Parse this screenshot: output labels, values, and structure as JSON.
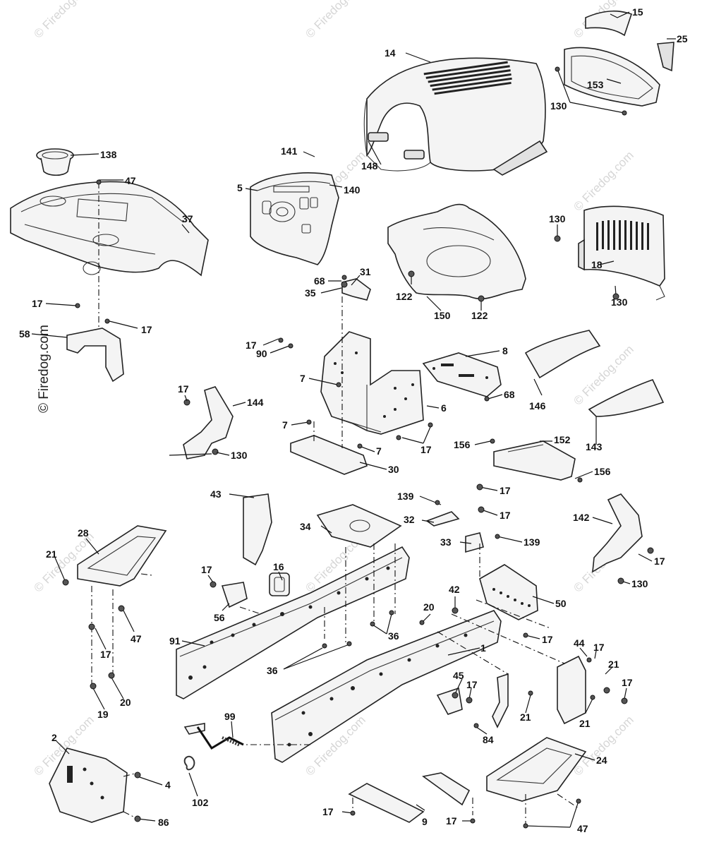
{
  "watermark": "© Firedog.com",
  "callouts": [
    {
      "id": "c15",
      "text": "15"
    },
    {
      "id": "c25",
      "text": "25"
    },
    {
      "id": "c14",
      "text": "14"
    },
    {
      "id": "c153",
      "text": "153"
    },
    {
      "id": "c130a",
      "text": "130"
    },
    {
      "id": "c138",
      "text": "138"
    },
    {
      "id": "c141",
      "text": "141"
    },
    {
      "id": "c47a",
      "text": "47"
    },
    {
      "id": "c148",
      "text": "148"
    },
    {
      "id": "c5",
      "text": "5"
    },
    {
      "id": "c140",
      "text": "140"
    },
    {
      "id": "c37",
      "text": "37"
    },
    {
      "id": "c130b",
      "text": "130"
    },
    {
      "id": "c18",
      "text": "18"
    },
    {
      "id": "c130c",
      "text": "130"
    },
    {
      "id": "c68a",
      "text": "68"
    },
    {
      "id": "c31",
      "text": "31"
    },
    {
      "id": "c35",
      "text": "35"
    },
    {
      "id": "c122a",
      "text": "122"
    },
    {
      "id": "c150",
      "text": "150"
    },
    {
      "id": "c122b",
      "text": "122"
    },
    {
      "id": "c17a",
      "text": "17"
    },
    {
      "id": "c17b",
      "text": "17"
    },
    {
      "id": "c58",
      "text": "58"
    },
    {
      "id": "c17c",
      "text": "17"
    },
    {
      "id": "c90",
      "text": "90"
    },
    {
      "id": "c8",
      "text": "8"
    },
    {
      "id": "c7a",
      "text": "7"
    },
    {
      "id": "c68b",
      "text": "68"
    },
    {
      "id": "c146",
      "text": "146"
    },
    {
      "id": "c17d",
      "text": "17"
    },
    {
      "id": "c144",
      "text": "144"
    },
    {
      "id": "c6",
      "text": "6"
    },
    {
      "id": "c7b",
      "text": "7"
    },
    {
      "id": "c17e",
      "text": "17"
    },
    {
      "id": "c143",
      "text": "143"
    },
    {
      "id": "c7c",
      "text": "7"
    },
    {
      "id": "c156a",
      "text": "156"
    },
    {
      "id": "c152",
      "text": "152"
    },
    {
      "id": "c130d",
      "text": "130"
    },
    {
      "id": "c30",
      "text": "30"
    },
    {
      "id": "c156b",
      "text": "156"
    },
    {
      "id": "c43",
      "text": "43"
    },
    {
      "id": "c139a",
      "text": "139"
    },
    {
      "id": "c17f",
      "text": "17"
    },
    {
      "id": "c28",
      "text": "28"
    },
    {
      "id": "c34",
      "text": "34"
    },
    {
      "id": "c32",
      "text": "32"
    },
    {
      "id": "c17g",
      "text": "17"
    },
    {
      "id": "c142",
      "text": "142"
    },
    {
      "id": "c33",
      "text": "33"
    },
    {
      "id": "c139b",
      "text": "139"
    },
    {
      "id": "c21a",
      "text": "21"
    },
    {
      "id": "c16",
      "text": "16"
    },
    {
      "id": "c17h",
      "text": "17"
    },
    {
      "id": "c130e",
      "text": "130"
    },
    {
      "id": "c17i",
      "text": "17"
    },
    {
      "id": "c42",
      "text": "42"
    },
    {
      "id": "c50",
      "text": "50"
    },
    {
      "id": "c56",
      "text": "56"
    },
    {
      "id": "c47b",
      "text": "47"
    },
    {
      "id": "c20a",
      "text": "20"
    },
    {
      "id": "c17j",
      "text": "17"
    },
    {
      "id": "c91",
      "text": "91"
    },
    {
      "id": "c36a",
      "text": "36"
    },
    {
      "id": "c17k",
      "text": "17"
    },
    {
      "id": "c1",
      "text": "1"
    },
    {
      "id": "c44",
      "text": "44"
    },
    {
      "id": "c17l",
      "text": "17"
    },
    {
      "id": "c21b",
      "text": "21"
    },
    {
      "id": "c36b",
      "text": "36"
    },
    {
      "id": "c45",
      "text": "45"
    },
    {
      "id": "c17m",
      "text": "17"
    },
    {
      "id": "c17n",
      "text": "17"
    },
    {
      "id": "c19",
      "text": "19"
    },
    {
      "id": "c20b",
      "text": "20"
    },
    {
      "id": "c21c",
      "text": "21"
    },
    {
      "id": "c21d",
      "text": "21"
    },
    {
      "id": "c99",
      "text": "99"
    },
    {
      "id": "c84",
      "text": "84"
    },
    {
      "id": "c2",
      "text": "2"
    },
    {
      "id": "c24",
      "text": "24"
    },
    {
      "id": "c4",
      "text": "4"
    },
    {
      "id": "c102",
      "text": "102"
    },
    {
      "id": "c86",
      "text": "86"
    },
    {
      "id": "c17o",
      "text": "17"
    },
    {
      "id": "c9",
      "text": "9"
    },
    {
      "id": "c17p",
      "text": "17"
    },
    {
      "id": "c47c",
      "text": "47"
    }
  ]
}
